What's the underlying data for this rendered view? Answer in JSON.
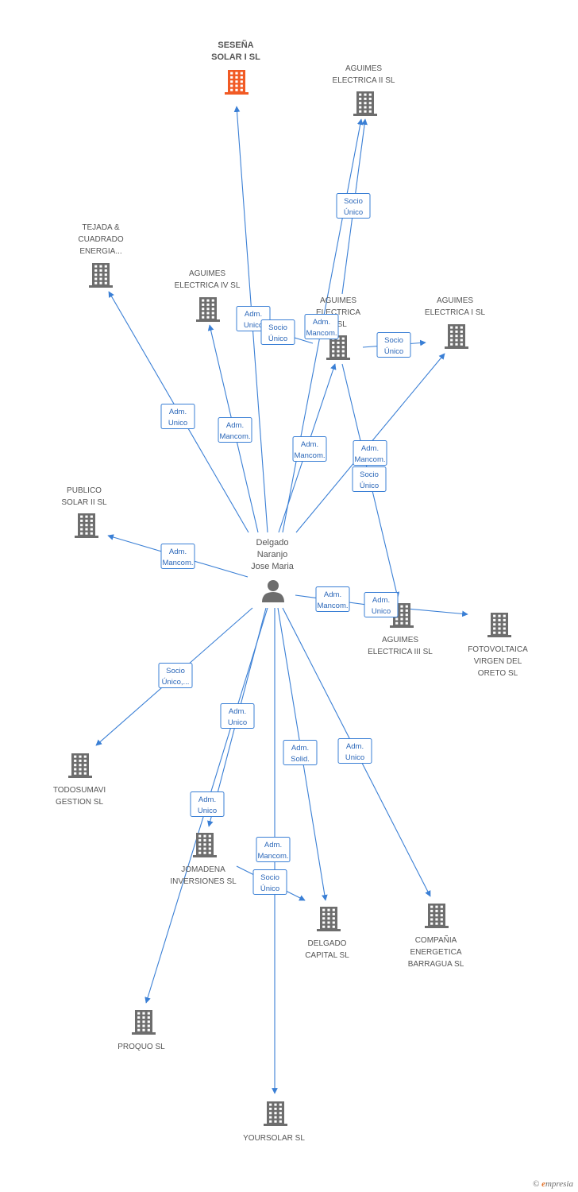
{
  "colors": {
    "edge": "#3a7fd5",
    "building": "#6d6d6d",
    "focus": "#f15a24",
    "person": "#6d6d6d"
  },
  "person": {
    "lines": [
      "Delgado",
      "Naranjo",
      "Jose Maria"
    ],
    "icon": "person-icon"
  },
  "companies": [
    {
      "id": "senesa",
      "lines": [
        "SESEÑA",
        "SOLAR I SL"
      ],
      "focus": true
    },
    {
      "id": "aguimes2",
      "lines": [
        "AGUIMES",
        "ELECTRICA II SL"
      ]
    },
    {
      "id": "tejada",
      "lines": [
        "TEJADA &",
        "CUADRADO",
        "ENERGIA..."
      ]
    },
    {
      "id": "aguimes4",
      "lines": [
        "AGUIMES",
        "ELECTRICA IV SL"
      ]
    },
    {
      "id": "aguimesv",
      "lines": [
        "AGUIMES",
        "ELECTRICA",
        "V SL"
      ]
    },
    {
      "id": "aguimes1",
      "lines": [
        "AGUIMES",
        "ELECTRICA I SL"
      ]
    },
    {
      "id": "publico",
      "lines": [
        "PUBLICO",
        "SOLAR II SL"
      ]
    },
    {
      "id": "aguimes3",
      "lines": [
        "AGUIMES",
        "ELECTRICA III SL"
      ]
    },
    {
      "id": "fotovoltaica",
      "lines": [
        "FOTOVOLTAICA",
        "VIRGEN DEL",
        "ORETO SL"
      ]
    },
    {
      "id": "todosumavi",
      "lines": [
        "TODOSUMAVI",
        "GESTION SL"
      ]
    },
    {
      "id": "jomadena",
      "lines": [
        "JOMADENA",
        "INVERSIONES SL"
      ]
    },
    {
      "id": "delgadocap",
      "lines": [
        "DELGADO",
        "CAPITAL SL"
      ]
    },
    {
      "id": "barragua",
      "lines": [
        "COMPAÑIA",
        "ENERGETICA",
        "BARRAGUA SL"
      ]
    },
    {
      "id": "proquo",
      "lines": [
        "PROQUO SL"
      ]
    },
    {
      "id": "yoursolar",
      "lines": [
        "YOURSOLAR SL"
      ]
    }
  ],
  "relations": [
    {
      "from": "person",
      "to": "senesa",
      "label": [
        "Adm.",
        "Unico"
      ]
    },
    {
      "from": "person",
      "to": "aguimes2",
      "label": [
        "Adm.",
        "Mancom."
      ]
    },
    {
      "from": "aguimesv",
      "to": "aguimes2",
      "label": [
        "Socio",
        "Único"
      ]
    },
    {
      "from": "person",
      "to": "tejada",
      "label": [
        "Adm.",
        "Unico"
      ]
    },
    {
      "from": "person",
      "to": "aguimes4",
      "label": [
        "Adm.",
        "Mancom."
      ]
    },
    {
      "from": "person",
      "to": "aguimesv",
      "label": [
        "Adm.",
        "Mancom."
      ]
    },
    {
      "from": "aguimesv",
      "to": "aguimes4",
      "label": [
        "Socio",
        "Único"
      ]
    },
    {
      "from": "aguimesv",
      "to": "aguimes1",
      "label": [
        "Socio",
        "Único"
      ]
    },
    {
      "from": "person",
      "to": "aguimes1",
      "label": [
        "Adm.",
        "Mancom."
      ]
    },
    {
      "from": "aguimesv",
      "to": "aguimes3",
      "label": [
        "Socio",
        "Único"
      ]
    },
    {
      "from": "person",
      "to": "publico",
      "label": [
        "Adm.",
        "Mancom."
      ]
    },
    {
      "from": "person",
      "to": "aguimes3",
      "label": [
        "Adm.",
        "Mancom."
      ]
    },
    {
      "from": "aguimes3",
      "to": "fotovoltaica",
      "label": [
        "Adm.",
        "Unico"
      ]
    },
    {
      "from": "person",
      "to": "todosumavi",
      "label": [
        "Socio",
        "Único,..."
      ]
    },
    {
      "from": "person",
      "to": "proquo",
      "label": [
        "Adm.",
        "Unico"
      ]
    },
    {
      "from": "person",
      "to": "jomadena",
      "label": [
        "Adm.",
        "Unico"
      ]
    },
    {
      "from": "person",
      "to": "delgadocap",
      "label": [
        "Adm.",
        "Solid."
      ]
    },
    {
      "from": "person",
      "to": "barragua",
      "label": [
        "Adm.",
        "Unico"
      ]
    },
    {
      "from": "person",
      "to": "yoursolar",
      "label": [
        "Adm.",
        "Mancom."
      ]
    },
    {
      "from": "jomadena",
      "to": "delgadocap",
      "label": [
        "Socio",
        "Único"
      ]
    }
  ],
  "footer": {
    "copyright": "©",
    "brand_initial": "e",
    "brand_rest": "mpresia"
  }
}
